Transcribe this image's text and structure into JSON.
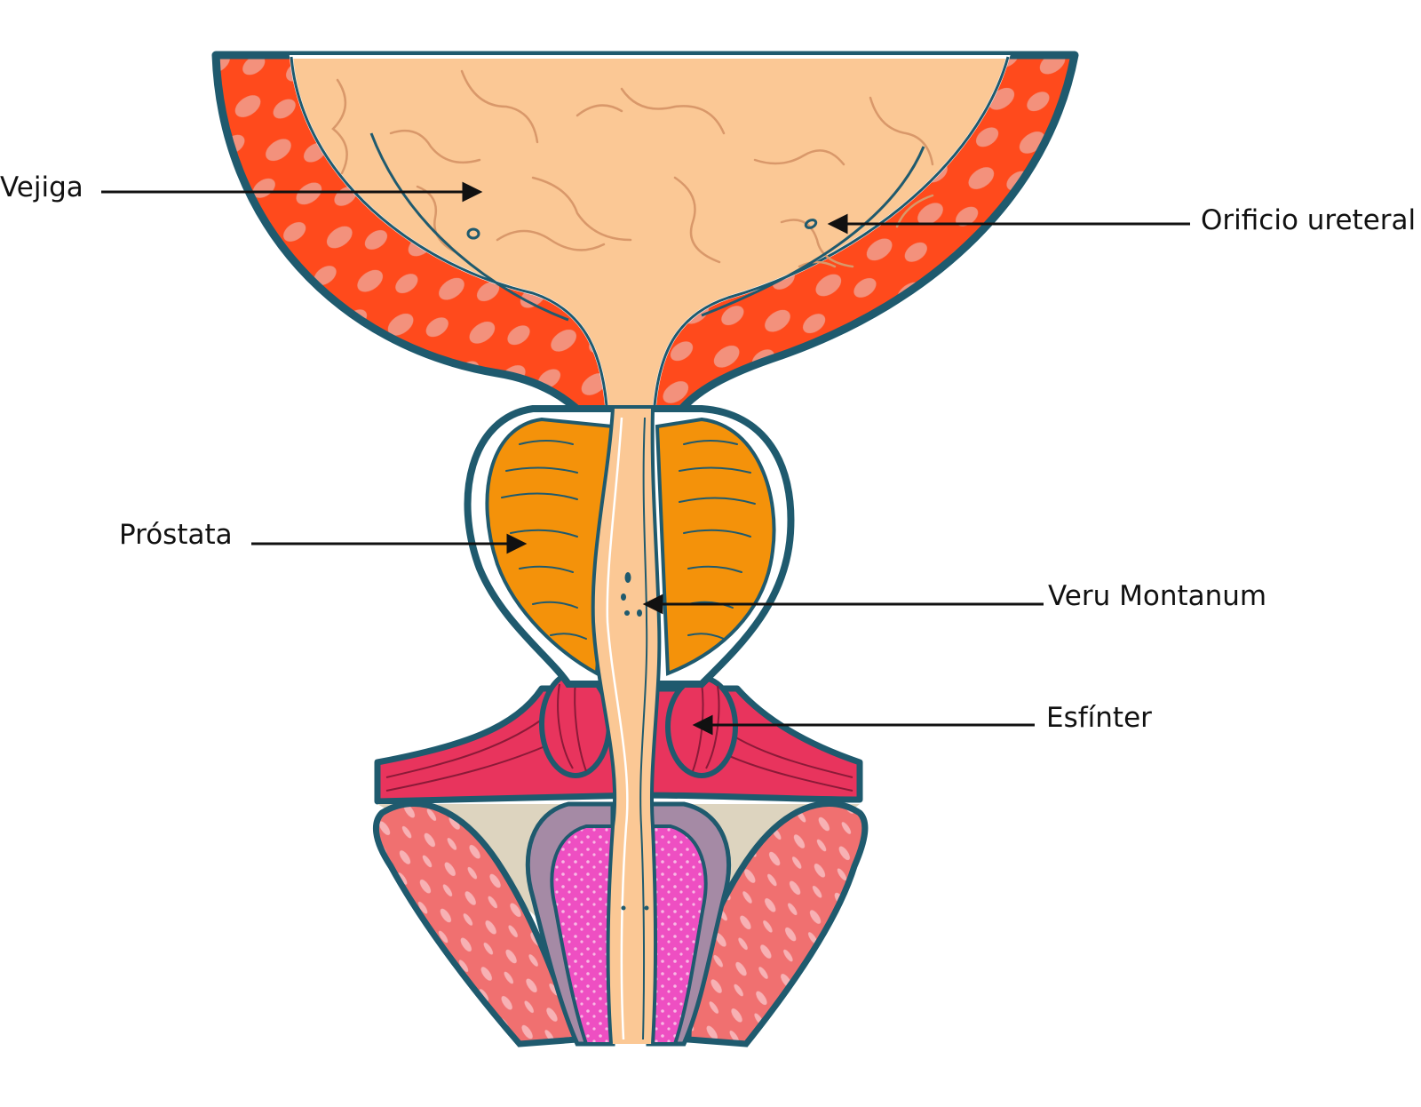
{
  "labels": {
    "vejiga": "Vejiga",
    "orificio_ureteral": "Orificio ureteral",
    "prostata": "Próstata",
    "veru_montanum": "Veru Montanum",
    "esfinter": "Esfínter"
  },
  "colors": {
    "outline": "#1f5a6e",
    "bladder_wall": "#ff4a1c",
    "bladder_wall_spots": "#f3917c",
    "lumen": "#fbc895",
    "vessels": "#d9986a",
    "prostate": "#f4920a",
    "sphincter": "#e8345d",
    "pelvic_floor_gap": "#ddd4bf",
    "side_muscle": "#f07070",
    "bulb": "#ee4fc2",
    "bulb_sheath": "#a58aa5"
  }
}
